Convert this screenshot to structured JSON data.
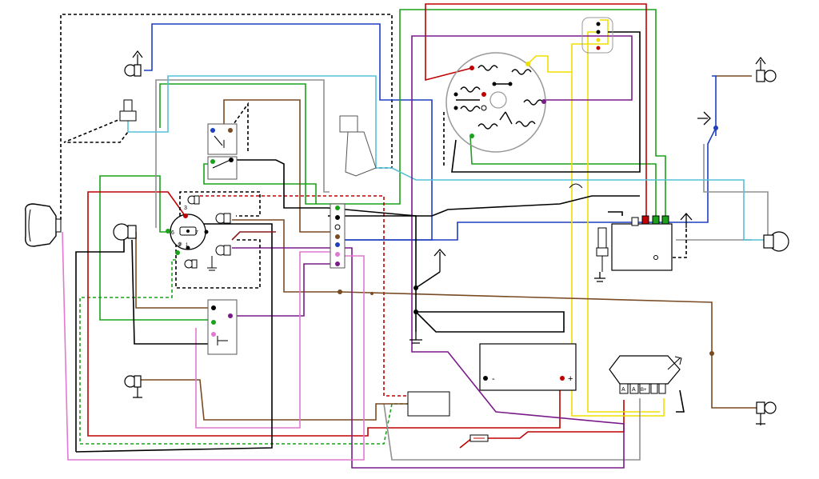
{
  "diagram": {
    "wire_colors": {
      "black": "#000000",
      "blue": "#1f3fbf",
      "red": "#c00000",
      "green": "#1aa21a",
      "yellow": "#f0e000",
      "brown": "#7a4a22",
      "grey": "#909090",
      "purple": "#7a1a8a",
      "pink": "#e07ad0",
      "lightblue": "#55c0d8",
      "darkgreen": "#1a8a1a",
      "maroon": "#8a1a1a"
    },
    "switch_labels": {
      "s3": "3",
      "s7": "7",
      "s6": "6",
      "s2": "2",
      "s1": "1"
    },
    "battery": {
      "minus": "-",
      "plus": "+"
    },
    "regulator_terminals": [
      "A",
      "A",
      "B+",
      "",
      ""
    ],
    "components": [
      "headlamp",
      "horn",
      "ignition-switch",
      "light-switch",
      "stator",
      "battery",
      "regulator",
      "ignition-coil",
      "spark-plug",
      "tail-lamp",
      "indicator-lamps",
      "fuse",
      "cdi-unit",
      "connector-block"
    ]
  }
}
